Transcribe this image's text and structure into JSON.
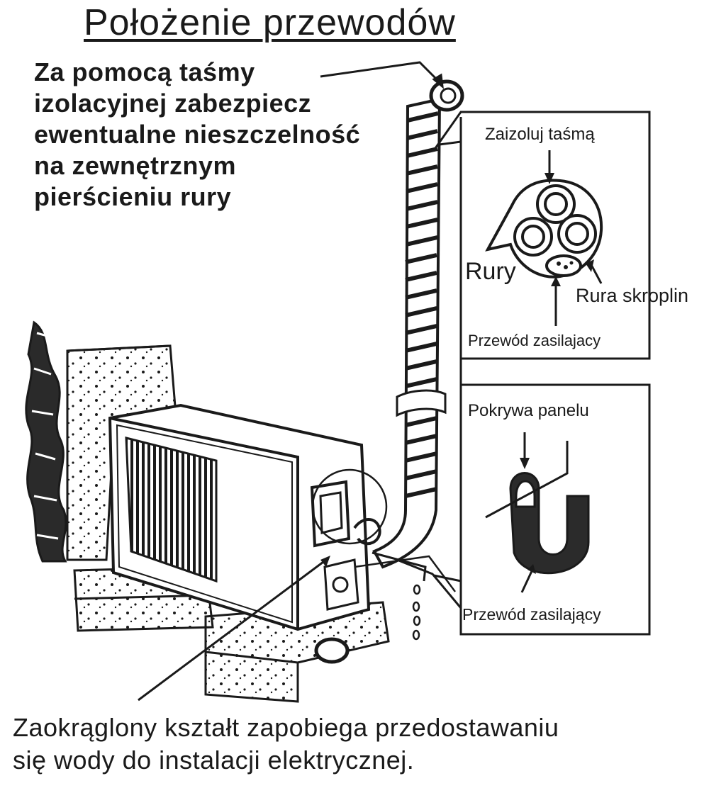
{
  "title": "Położenie przewodów",
  "top_note": {
    "lines": [
      "Za pomocą taśmy",
      "izolacyjnej zabezpiecz",
      "ewentualne nieszczelność",
      "na zewnętrznym",
      "pierścieniu rury"
    ]
  },
  "inset_top": {
    "label_tape": "Zaizoluj taśmą",
    "label_pipes": "Rury",
    "label_drain": "Rura skroplin",
    "label_power": "Przewód zasilajacy"
  },
  "inset_bottom": {
    "label_cover": "Pokrywa panelu",
    "label_power": "Przewód zasilający"
  },
  "bottom_note": {
    "lines": [
      "Zaokrąglony kształt zapobiega przedostawaniu",
      "się wody do instalacji elektrycznej."
    ]
  }
}
